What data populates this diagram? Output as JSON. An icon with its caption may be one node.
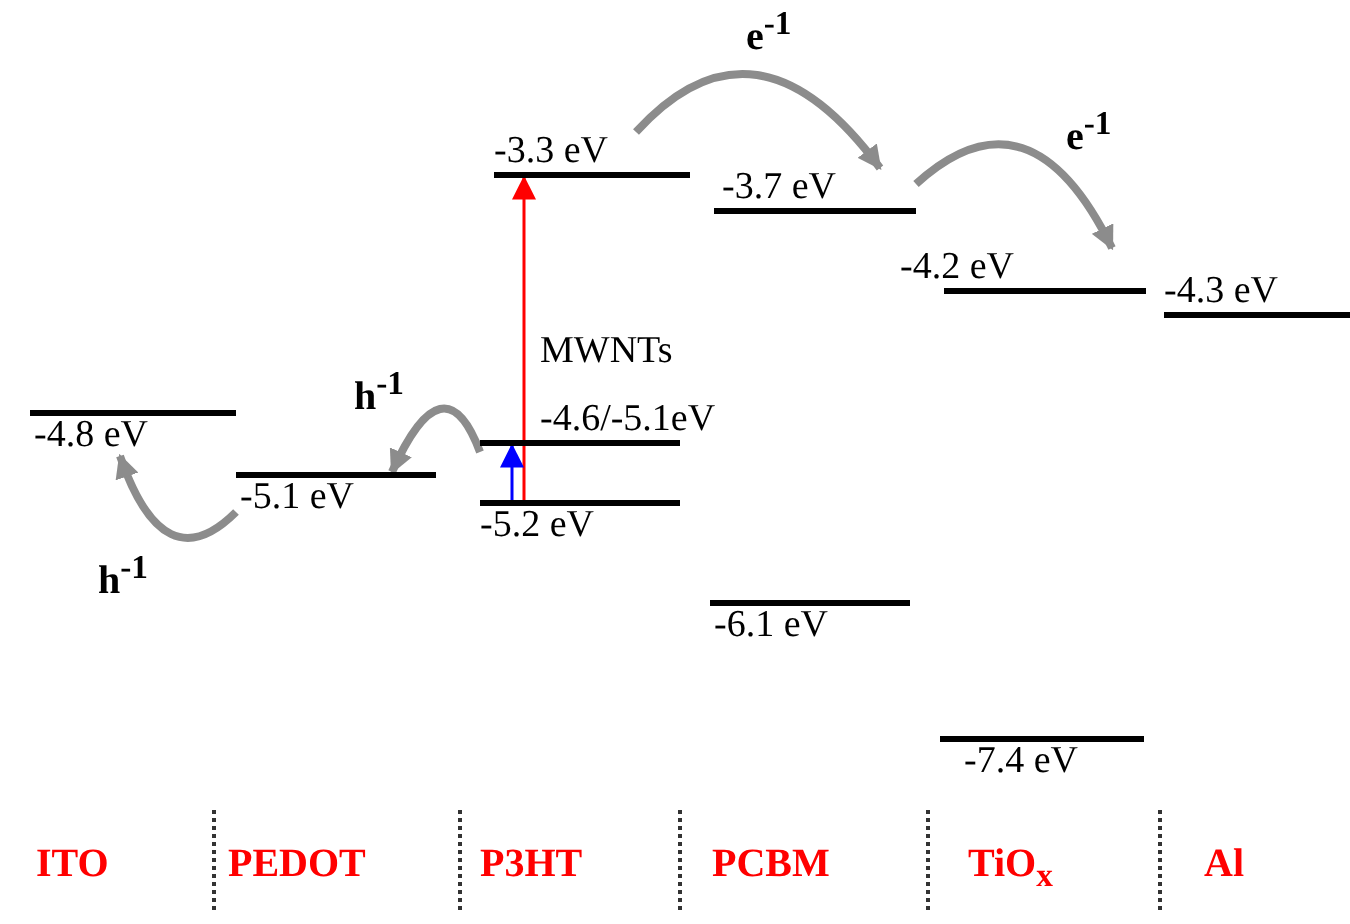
{
  "diagram": {
    "nodes": [
      {
        "text": [
          "-4.8 eV"
        ]
      },
      {
        "text": [
          "-5.1 eV"
        ]
      },
      {
        "text": [
          "-3.3 eV"
        ]
      },
      {
        "text": [
          "MWNTs",
          "-4.6/-5.1eV"
        ]
      },
      {
        "text": [
          "-5.2 eV"
        ]
      },
      {
        "text": [
          "-3.7 eV"
        ]
      },
      {
        "text": [
          "-6.1 eV"
        ]
      },
      {
        "text": [
          "-4.2 eV"
        ]
      },
      {
        "text": [
          "-7.4 eV"
        ]
      },
      {
        "text": [
          "-4.3 eV"
        ]
      }
    ],
    "edges": [
      {
        "from": 2,
        "to": 5,
        "arrow": "to",
        "label": "e$^{-1}$"
      },
      {
        "from": 5,
        "to": 7,
        "arrow": "to",
        "label": "e$^{-1}$"
      },
      {
        "from": 3,
        "to": 1,
        "arrow": "to",
        "label": "h$^{-1}$"
      },
      {
        "from": 1,
        "to": 0,
        "arrow": "to",
        "label": "h$^{-1}$"
      },
      {
        "from": 4,
        "to": 2,
        "arrow": "to",
        "color": "#ff0000"
      },
      {
        "from": 4,
        "to": 3,
        "arrow": "to",
        "color": "#0000ff"
      }
    ],
    "labels": [
      "ITO",
      "PEDOT",
      "P3HT",
      "PCBM",
      "TiO$_{x}$",
      "Al"
    ]
  }
}
